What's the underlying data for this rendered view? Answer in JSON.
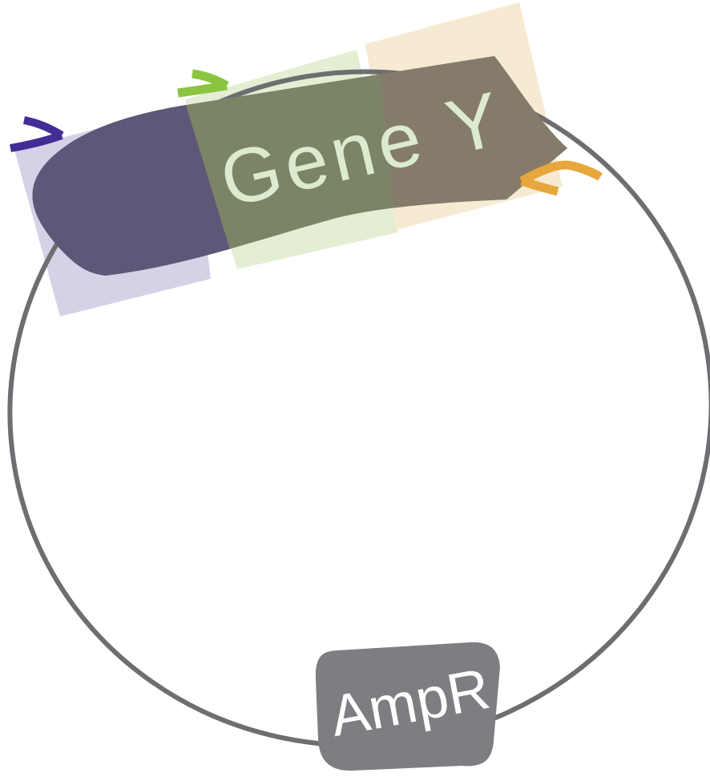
{
  "figure": {
    "type": "plasmid-map",
    "background_color": "#ffffff",
    "backbone": {
      "shape": "circle",
      "color": "#6d6e71"
    },
    "gene": {
      "label": "Gene Y",
      "label_color": "#dcebce",
      "segments": [
        {
          "name": "left-lavender-overlap",
          "fill": "#5e5778"
        },
        {
          "name": "middle-green-overlap",
          "fill": "#7c8468"
        },
        {
          "name": "right-tan-overlap",
          "fill": "#857b6b"
        }
      ]
    },
    "homology_regions": [
      {
        "name": "lavender-region",
        "fill": "#d6d1e6"
      },
      {
        "name": "green-region",
        "fill": "#e3eed3"
      },
      {
        "name": "tan-region",
        "fill": "#f7ead2"
      }
    ],
    "primers": [
      {
        "name": "purple-forward-primer",
        "color": "#432c94",
        "direction": "right"
      },
      {
        "name": "green-forward-primer",
        "color": "#8bc53f",
        "direction": "right"
      },
      {
        "name": "orange-reverse-primer",
        "color": "#e8a73c",
        "direction": "left"
      }
    ],
    "marker": {
      "label": "AmpR",
      "fill": "#7d7e81",
      "label_color": "#ffffff"
    }
  }
}
